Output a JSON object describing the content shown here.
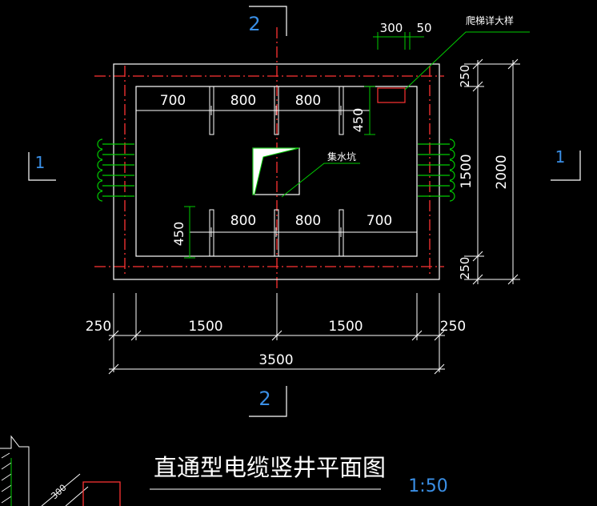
{
  "colors": {
    "background": "#000000",
    "wall": "#ffffff",
    "dimension": "#ffffff",
    "leader": "#00cc00",
    "axis": "#ff3333",
    "section_label": "#3a8fe6",
    "rebar": "#00cc00",
    "scale": "#3a8fe6"
  },
  "drawing": {
    "title": "直通型电缆竖井平面图",
    "scale": "1:50",
    "section_labels": {
      "top": "2",
      "bottom": "2",
      "left": "1",
      "right": "1"
    },
    "annotations": {
      "ladder_detail": "爬梯详大样",
      "sump": "集水坑"
    },
    "dims": {
      "top_300": "300",
      "top_50": "50",
      "top_row": [
        "700",
        "800",
        "800"
      ],
      "bottom_row": [
        "800",
        "800",
        "700"
      ],
      "upper_450": "450",
      "lower_450": "450",
      "right_top_250": "250",
      "right_1500": "1500",
      "right_bottom_250": "250",
      "right_overall_2000": "2000",
      "bottom_left_250": "250",
      "bottom_1500_a": "1500",
      "bottom_1500_b": "1500",
      "bottom_right_250": "250",
      "bottom_overall_3500": "3500",
      "corner_300": "300"
    }
  }
}
